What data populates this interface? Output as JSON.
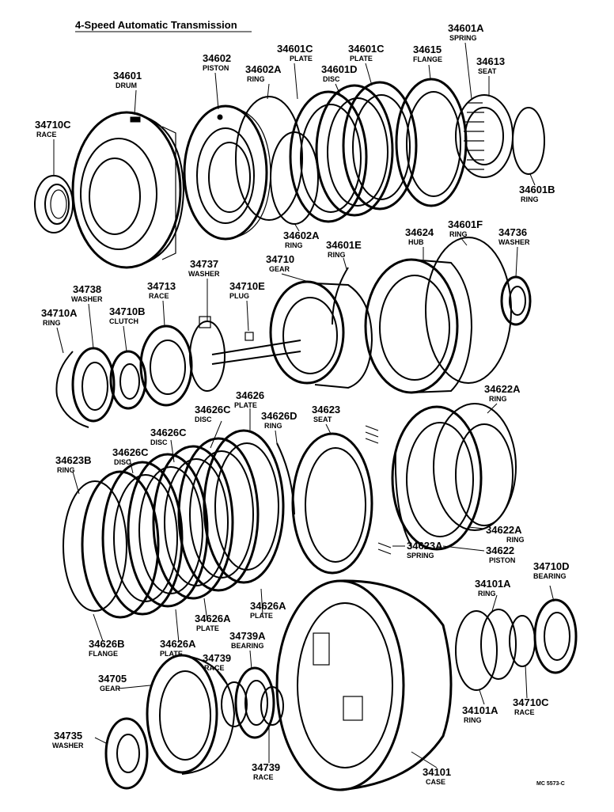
{
  "title": "4-Speed Automatic Transmission",
  "figure_code": "MC 5573-C",
  "parts": [
    {
      "id": "p0",
      "number": "34601",
      "name": "DRUM"
    },
    {
      "id": "p1",
      "number": "34602",
      "name": "PISTON"
    },
    {
      "id": "p2",
      "number": "34602A",
      "name": "RING"
    },
    {
      "id": "p3",
      "number": "34601C",
      "name": "PLATE"
    },
    {
      "id": "p4",
      "number": "34601C",
      "name": "PLATE"
    },
    {
      "id": "p5",
      "number": "34601D",
      "name": "DISC"
    },
    {
      "id": "p6",
      "number": "34615",
      "name": "FLANGE"
    },
    {
      "id": "p7",
      "number": "34601A",
      "name": "SPRING"
    },
    {
      "id": "p8",
      "number": "34613",
      "name": "SEAT"
    },
    {
      "id": "p9",
      "number": "34710C",
      "name": "RACE"
    },
    {
      "id": "p10",
      "number": "34601B",
      "name": "RING"
    },
    {
      "id": "p11",
      "number": "34602A",
      "name": "RING"
    },
    {
      "id": "p12",
      "number": "34601E",
      "name": "RING"
    },
    {
      "id": "p13",
      "number": "34624",
      "name": "HUB"
    },
    {
      "id": "p14",
      "number": "34601F",
      "name": "RING"
    },
    {
      "id": "p15",
      "number": "34736",
      "name": "WASHER"
    },
    {
      "id": "p16",
      "number": "34737",
      "name": "WASHER"
    },
    {
      "id": "p17",
      "number": "34710",
      "name": "GEAR"
    },
    {
      "id": "p18",
      "number": "34710E",
      "name": "PLUG"
    },
    {
      "id": "p19",
      "number": "34738",
      "name": "WASHER"
    },
    {
      "id": "p20",
      "number": "34713",
      "name": "RACE"
    },
    {
      "id": "p21",
      "number": "34710B",
      "name": "CLUTCH"
    },
    {
      "id": "p22",
      "number": "34710A",
      "name": "RING"
    },
    {
      "id": "p23",
      "number": "34626",
      "name": "PLATE"
    },
    {
      "id": "p24",
      "number": "34626C",
      "name": "DISC"
    },
    {
      "id": "p25",
      "number": "34626D",
      "name": "RING"
    },
    {
      "id": "p26",
      "number": "34623",
      "name": "SEAT"
    },
    {
      "id": "p27",
      "number": "34622A",
      "name": "RING"
    },
    {
      "id": "p28",
      "number": "34626C",
      "name": "DISC"
    },
    {
      "id": "p29",
      "number": "34626C",
      "name": "DISC"
    },
    {
      "id": "p30",
      "number": "34623B",
      "name": "RING"
    },
    {
      "id": "p31",
      "number": "34622A",
      "name": "RING"
    },
    {
      "id": "p32",
      "number": "34623A",
      "name": "SPRING"
    },
    {
      "id": "p33",
      "number": "34622",
      "name": "PISTON"
    },
    {
      "id": "p34",
      "number": "34710D",
      "name": "BEARING"
    },
    {
      "id": "p35",
      "number": "34101A",
      "name": "RING"
    },
    {
      "id": "p36",
      "number": "34626A",
      "name": "PLATE"
    },
    {
      "id": "p37",
      "number": "34626A",
      "name": "PLATE"
    },
    {
      "id": "p38",
      "number": "34626B",
      "name": "FLANGE"
    },
    {
      "id": "p39",
      "number": "34626A",
      "name": "PLATE"
    },
    {
      "id": "p40",
      "number": "34739A",
      "name": "BEARING"
    },
    {
      "id": "p41",
      "number": "34739",
      "name": "RACE"
    },
    {
      "id": "p42",
      "number": "34705",
      "name": "GEAR"
    },
    {
      "id": "p43",
      "number": "34101A",
      "name": "RING"
    },
    {
      "id": "p44",
      "number": "34710C",
      "name": "RACE"
    },
    {
      "id": "p45",
      "number": "34735",
      "name": "WASHER"
    },
    {
      "id": "p46",
      "number": "34739",
      "name": "RACE"
    },
    {
      "id": "p47",
      "number": "34101",
      "name": "CASE"
    }
  ]
}
